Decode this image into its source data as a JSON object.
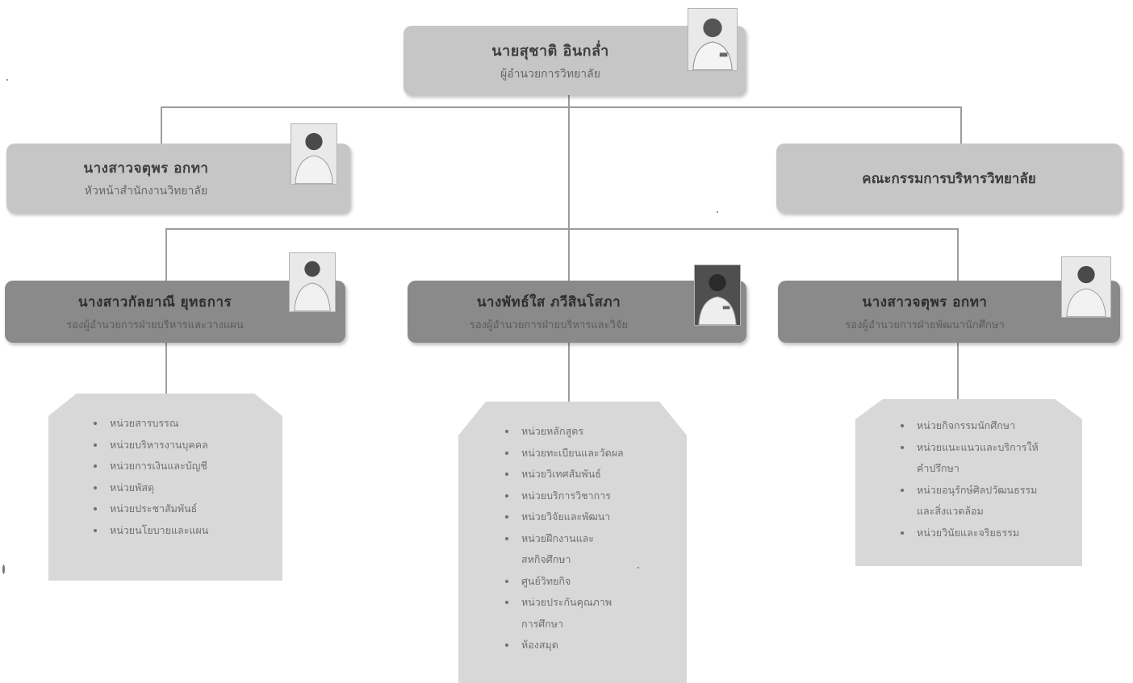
{
  "director": {
    "name": "นายสุชาติ    อินกล่ำ",
    "title": "ผู้อำนวยการวิทยาลัย"
  },
  "office_head": {
    "name": "นางสาวจตุพร  อกทา",
    "title": "หัวหน้าสำนักงานวิทยาลัย"
  },
  "committee": {
    "label": "คณะกรรมการบริหารวิทยาลัย"
  },
  "deputies": [
    {
      "name": "นางสาวกัลยาณี  ยุทธการ",
      "title": "รองผู้อำนวยการฝ่ายบริหารและวางแผน"
    },
    {
      "name": "นางพัทธ์ใส  ภวีสินโสภา",
      "title": "รองผู้อำนวยการฝ่ายบริหารและวิจัย"
    },
    {
      "name": "นางสาวจตุพร  อกทา",
      "title": "รองผู้อำนวยการฝ่ายพัฒนานักศึกษา"
    }
  ],
  "units": [
    {
      "items": [
        "หน่วยสารบรรณ",
        "หน่วยบริหารงานบุคคล",
        "หน่วยการเงินและบัญชี",
        "หน่วยพัสดุ",
        "หน่วยประชาสัมพันธ์",
        "หน่วยนโยบายและแผน"
      ]
    },
    {
      "items": [
        "หน่วยหลักสูตร",
        "หน่วยทะเบียนและวัดผล",
        "หน่วยวิเทศสัมพันธ์",
        "หน่วยบริการวิชาการ",
        "หน่วยวิจัยและพัฒนา",
        "หน่วยฝึกงานและ",
        "สหกิจศึกษา",
        "ศูนย์วิทยกิจ",
        "หน่วยประกันคุณภาพ",
        "การศึกษา",
        "ห้องสมุด"
      ]
    },
    {
      "items": [
        "หน่วยกิจกรรมนักศึกษา",
        "หน่วยแนะแนวและบริการให้",
        "คำปรึกษา",
        "หน่วยอนุรักษ์ศิลปวัฒนธรรม",
        "และสิ่งแวดล้อม",
        "หน่วยวินัยและจริยธรรม"
      ]
    }
  ],
  "colors": {
    "light_box": "#c6c6c6",
    "dark_box": "#8a8a8a",
    "panel": "#d8d8d8",
    "connector": "#9c9c9c"
  }
}
